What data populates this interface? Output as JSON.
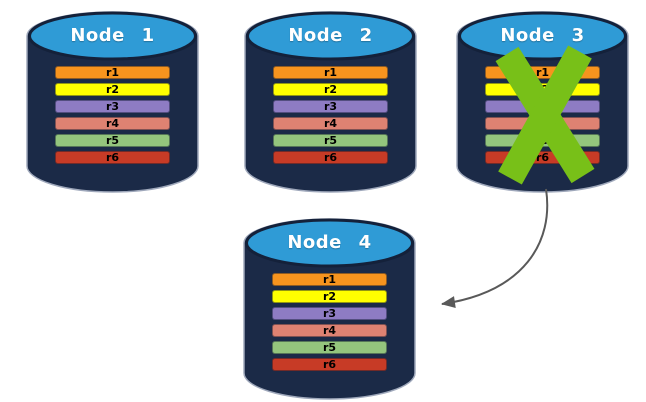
{
  "diagram": {
    "nodes": [
      {
        "label": "Node 1",
        "failed": false,
        "replicas": [
          "r1",
          "r2",
          "r3",
          "r4",
          "r5",
          "r6"
        ]
      },
      {
        "label": "Node 2",
        "failed": false,
        "replicas": [
          "r1",
          "r2",
          "r3",
          "r4",
          "r5",
          "r6"
        ]
      },
      {
        "label": "Node 3",
        "failed": true,
        "replicas": [
          "r1",
          "r2",
          "r3",
          "r4",
          "r5",
          "r6"
        ]
      },
      {
        "label": "Node 4",
        "failed": false,
        "replicas": [
          "r1",
          "r2",
          "r3",
          "r4",
          "r5",
          "r6"
        ]
      }
    ],
    "replica_colors": [
      "#F7941E",
      "#FFFF00",
      "#8E7CC3",
      "#DE8272",
      "#94C57D",
      "#C73B26"
    ],
    "colors": {
      "cylinder_body": "#1B2A47",
      "cylinder_top": "#2F9BD6",
      "cylinder_outline": "#14213A",
      "failure_x": "#78C018",
      "arrow": "#595959",
      "title_text": "#FFFFFF",
      "replica_text": "#000000"
    },
    "icons": {
      "node": "database-cylinder-icon",
      "failure": "x-icon",
      "transfer": "curved-arrow-icon"
    },
    "arrow": {
      "from": "Node 3",
      "to": "Node 4"
    }
  }
}
